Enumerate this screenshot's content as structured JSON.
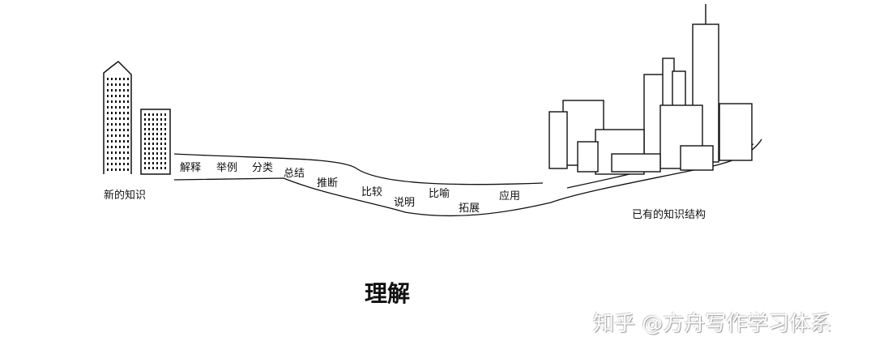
{
  "left_label": "新的知识",
  "right_label": "已有的知识结构",
  "steps": [
    "解释",
    "举例",
    "分类",
    "总结",
    "推断",
    "比较",
    "说明",
    "比喻",
    "拓展",
    "应用"
  ],
  "title": "理解",
  "watermark": "知乎 @方舟写作学习体系"
}
